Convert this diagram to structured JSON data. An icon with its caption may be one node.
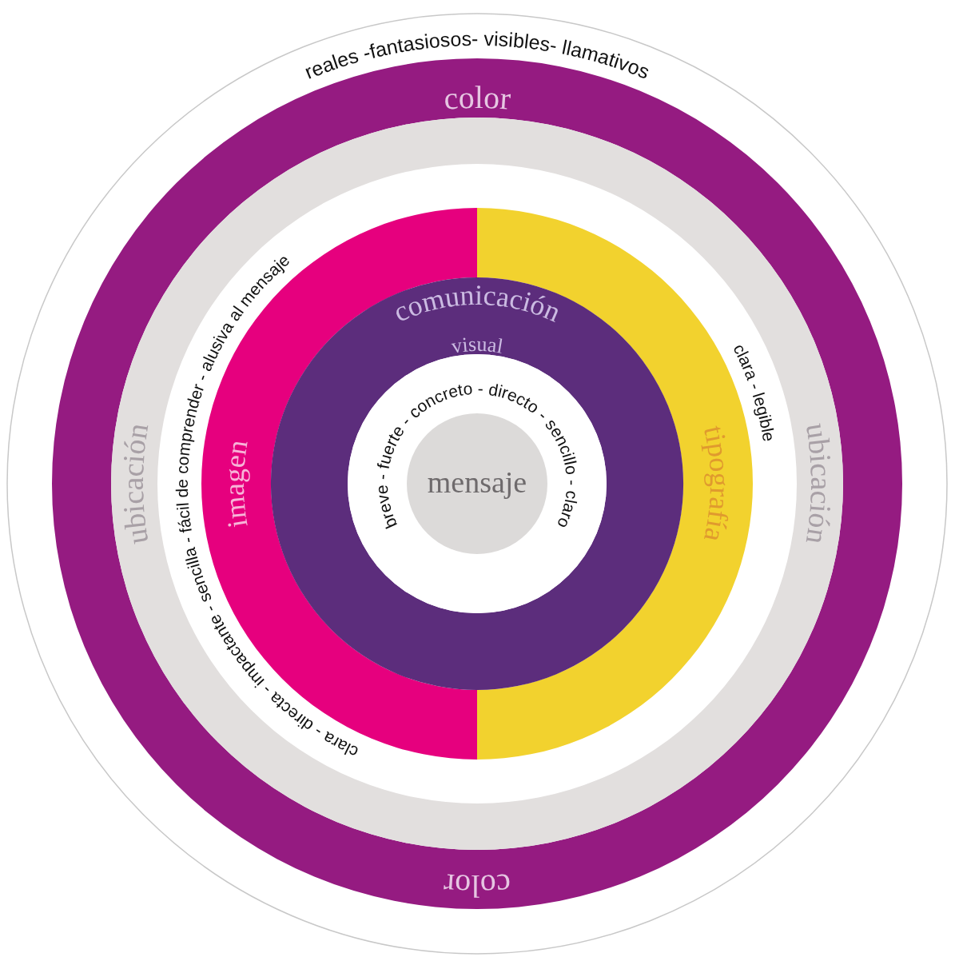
{
  "diagram": {
    "nodes": [
      {
        "text": [],
        "shape": "circle"
      },
      {
        "text": [
          "color",
          "color"
        ],
        "beside": [
          "reales -fantasiosos- visibles- llamativos"
        ],
        "in": 0
      },
      {
        "text": [
          "ubicación",
          "ubicación"
        ],
        "in": 1
      },
      {
        "text": [
          "imagen"
        ],
        "in": 2
      },
      {
        "text": [
          "tipografía"
        ],
        "beside": [
          "clara - legible"
        ],
        "in": 2
      },
      {
        "text": [
          "comunicación",
          "visual"
        ],
        "in": 2
      },
      {
        "text": [],
        "shape": "circle",
        "in": 5
      },
      {
        "text": [
          "mensaje"
        ],
        "in": 6
      }
    ],
    "labels": [
      "clara - directa - impactante - sencilla - fácil de comprender - alusiva al mensaje",
      "breve - fuerte - concreto - directo - sencillo - claro"
    ]
  }
}
